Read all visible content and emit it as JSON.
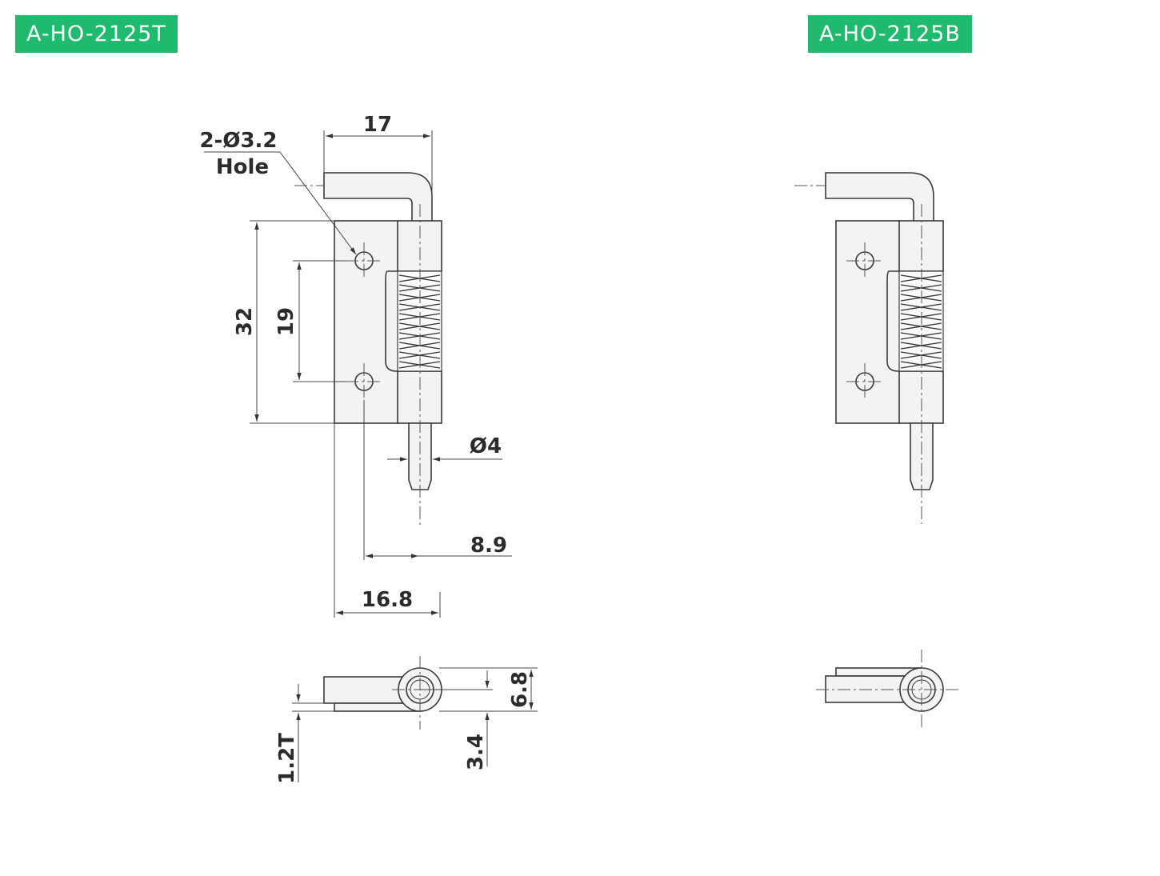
{
  "labels": {
    "left_model": "A-HO-2125T",
    "right_model": "A-HO-2125B"
  },
  "dimensions": {
    "pin_width": "17",
    "hole_spec": "2-Ø3.2",
    "hole_word": "Hole",
    "height": "32",
    "hole_pitch": "19",
    "pin_diameter": "Ø4",
    "hole_to_pin": "8.9",
    "overall_width": "16.8",
    "knuckle_dia": "6.8",
    "thickness": "1.2T",
    "knuckle_offset": "3.4"
  },
  "colors": {
    "badge": "#1fba6e",
    "line": "#3a3a3a",
    "part_fill": "#f3f3f3"
  }
}
